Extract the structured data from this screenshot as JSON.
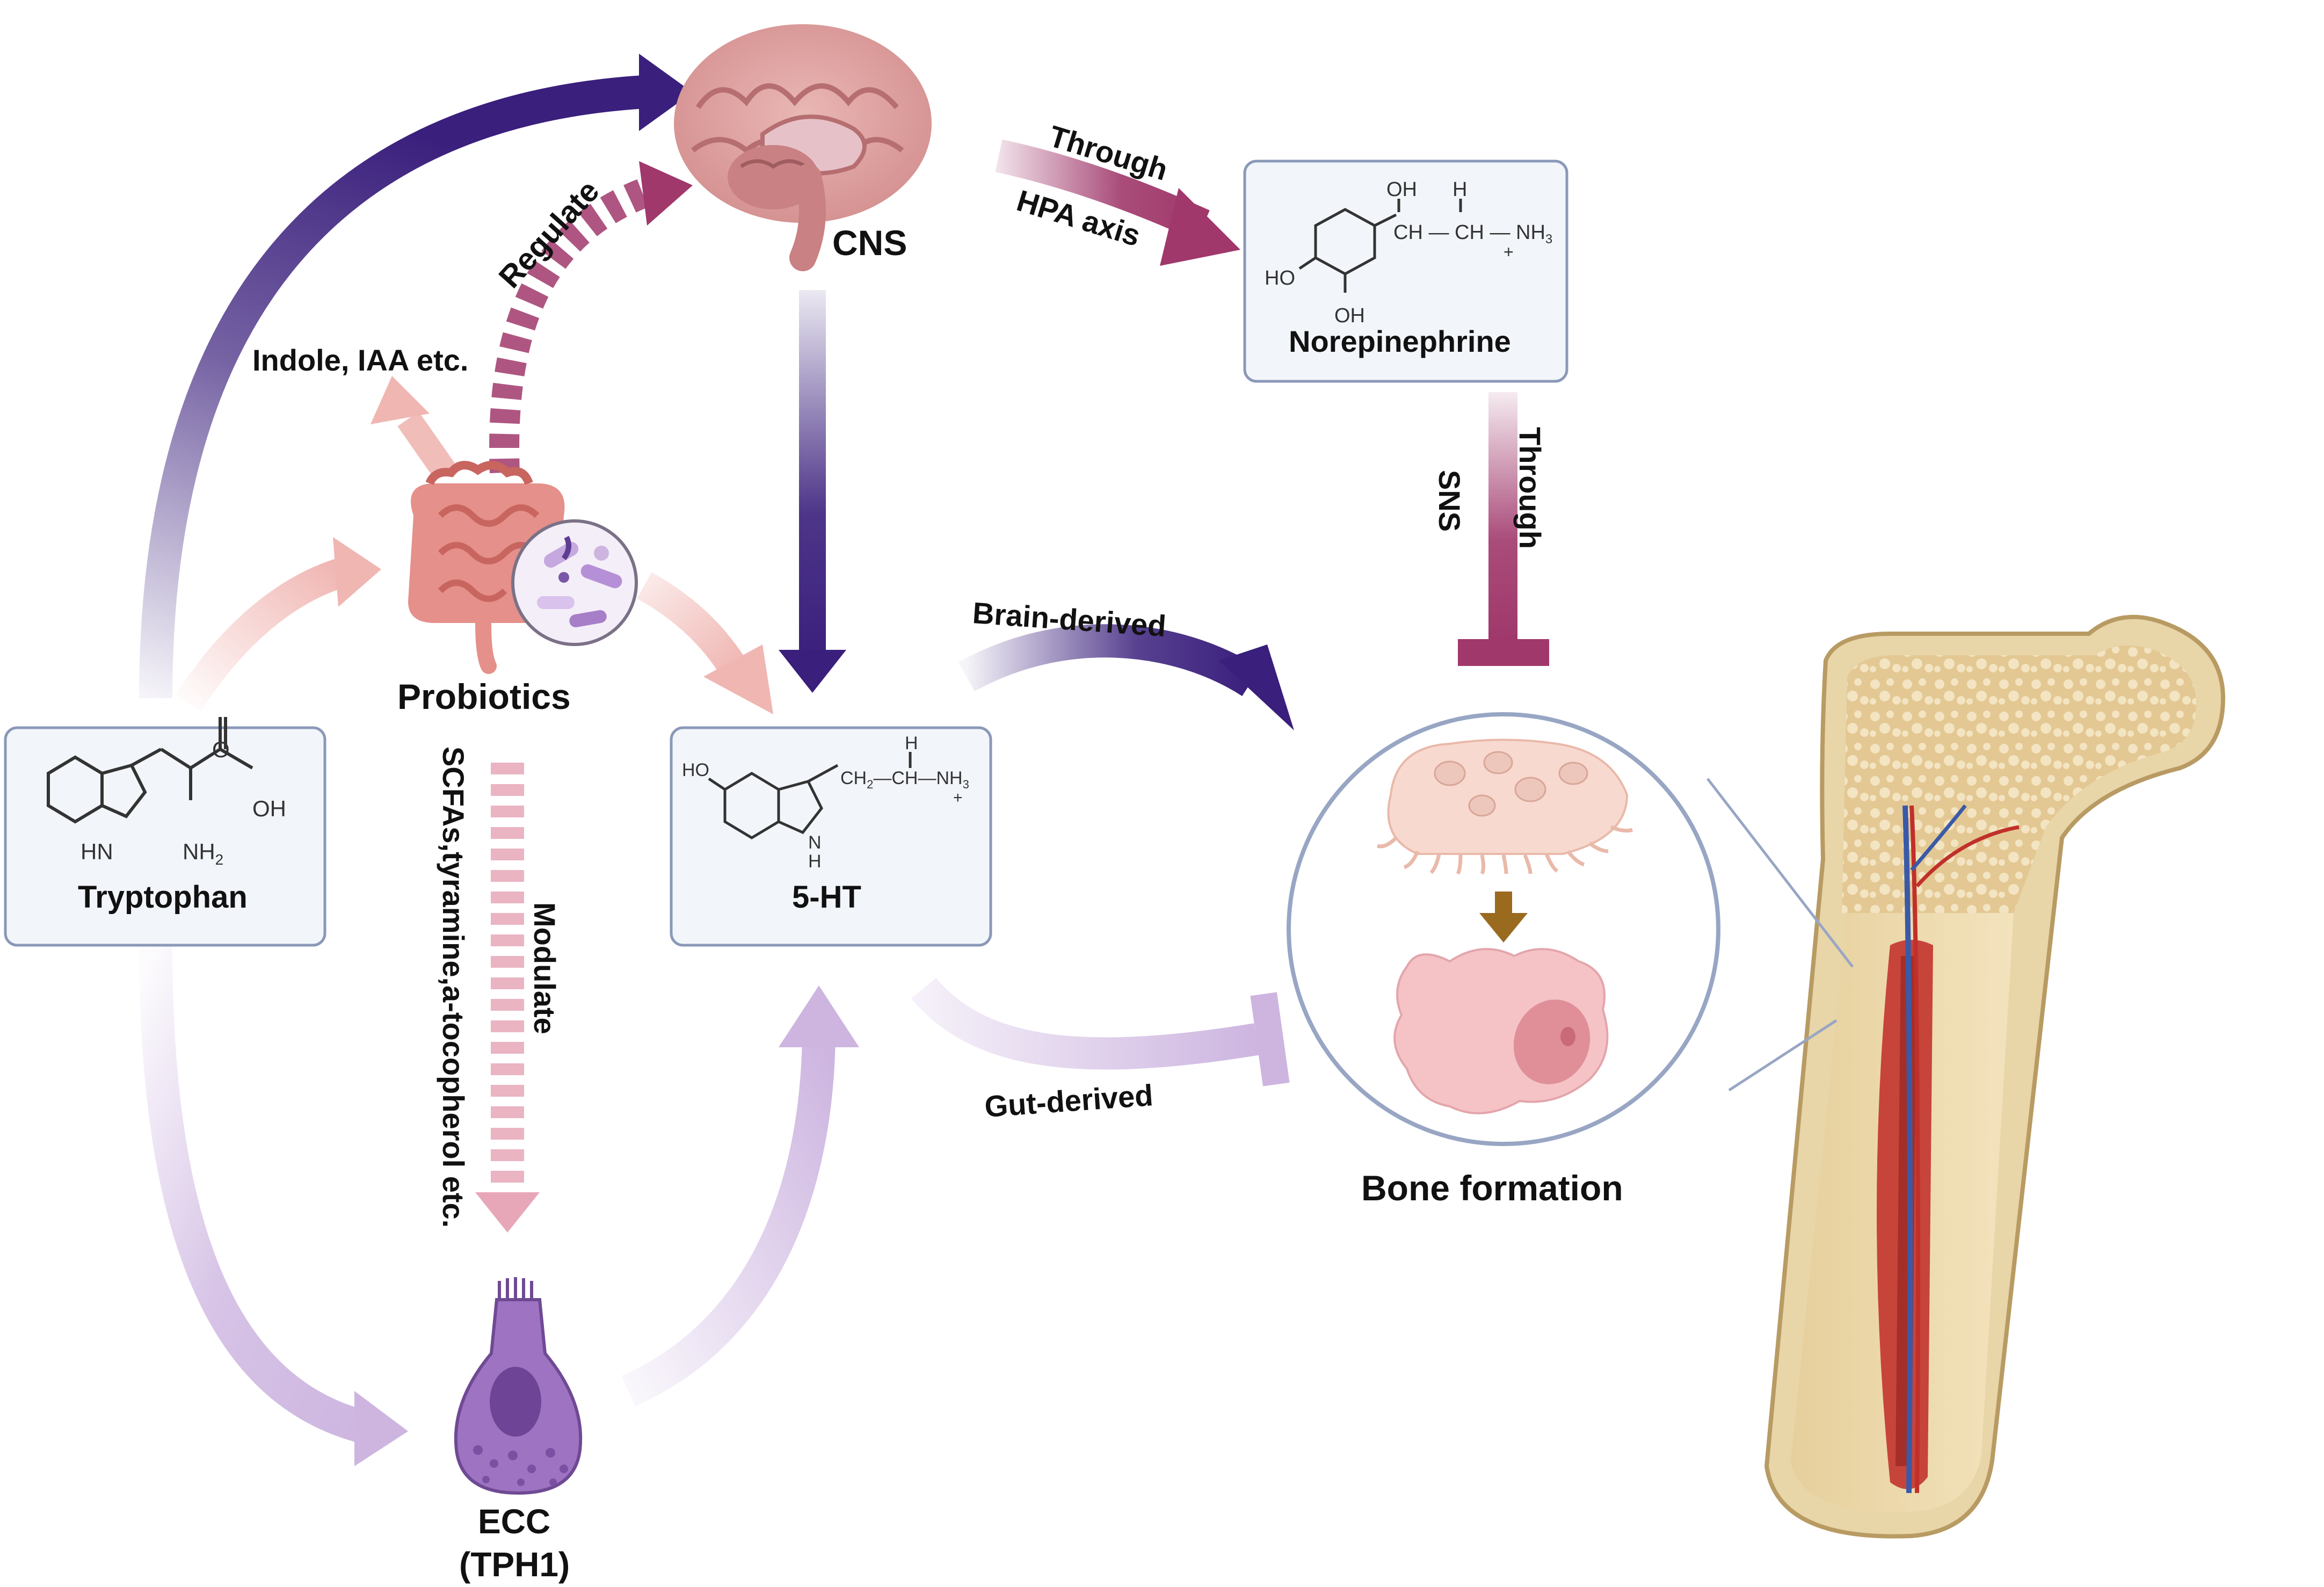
{
  "nodes": {
    "cns": "CNS",
    "tryptophan": "Tryptophan",
    "probiotics": "Probiotics",
    "serotonin": "5-HT",
    "norepinephrine": "Norepinephrine",
    "ecc_line1": "ECC",
    "ecc_line2": "(TPH1)",
    "bone_formation": "Bone formation"
  },
  "arrows": {
    "regulate": "Regulate",
    "indole": "Indole, IAA etc.",
    "through_top": "Through",
    "hpa_axis": "HPA axis",
    "sns": "SNS",
    "through_side": "Through",
    "brain_derived": "Brain-derived",
    "gut_derived": "Gut-derived",
    "scfas": "SCFAs,tyramine,a-tocopherol etc.",
    "modulate": "Modulate"
  },
  "chem": {
    "trp_o": "O",
    "trp_oh": "OH",
    "trp_hn": "HN",
    "trp_nh2": "NH",
    "trp_nh2_sub": "2",
    "ht_ho": "HO",
    "ht_h": "H",
    "ht_chain": "CH",
    "ht_chain_sub": "2",
    "ht_ch": "—CH—NH",
    "ht_nh3_sub": "3",
    "ht_plus": "+",
    "ht_n": "N",
    "ht_nh": "H",
    "ne_oh_top": "OH",
    "ne_h": "H",
    "ne_chain": "CH — CH — NH",
    "ne_nh3_sub": "3",
    "ne_plus": "+",
    "ne_ho": "HO",
    "ne_oh_bottom": "OH"
  },
  "colors": {
    "indigo": "#3a1f7c",
    "magenta": "#a0386b",
    "pink": "#f0b6b2",
    "lavender": "#cdb5e0",
    "box_border": "#8a99b8",
    "box_fill": "#f2f5fa",
    "bone": "#e8d5a8",
    "marrow": "#c7443a"
  },
  "icons": [
    "brain-icon",
    "intestine-icon",
    "bacteria-icon",
    "ecc-cell-icon",
    "osteoclast-icon",
    "osteoblast-icon",
    "femur-bone-icon"
  ]
}
